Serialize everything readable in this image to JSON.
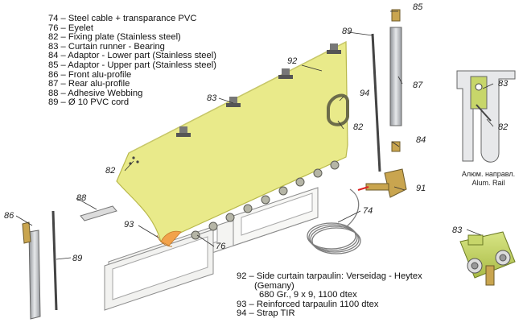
{
  "legend_top": [
    "74 – Steel cable + transparance PVC",
    "76 – Eyelet",
    "82 – Fixing plate (Stainless steel)",
    "83 – Curtain runner - Bearing",
    "84 – Adaptor - Lower part (Stainless steel)",
    "85 – Adaptor - Upper part (Stainless steel)",
    "86 – Front alu-profile",
    "87 – Rear alu-profile",
    "88 – Adhesive Webbing",
    "89 – Ø 10 PVC cord"
  ],
  "legend_bottom": [
    "92 – Side curtain tarpaulin: Verseidag - Heytex",
    "(Gemany)",
    "680 Gr., 9 x 9, 1100 dtex",
    "93 – Reinforced tarpaulin 1100 dtex",
    "94 – Strap TIR"
  ],
  "callouts": {
    "c85": "85",
    "c89a": "89",
    "c87": "87",
    "c92": "92",
    "c83a": "83",
    "c94": "94",
    "c82a": "82",
    "c84": "84",
    "c82b": "82",
    "c91": "91",
    "c74": "74",
    "c88": "88",
    "c86": "86",
    "c93": "93",
    "c76": "76",
    "c89b": "89",
    "c83b": "83",
    "c83c": "83",
    "c82c": "82"
  },
  "rail_caption": [
    "Алюм. направл.",
    "Alum. Rail"
  ],
  "colors": {
    "tarpaulin": "#e9ea8a",
    "tarpaulin_edge": "#b8b84a",
    "metal": "#b9bcc0",
    "runner_green": "#c7d66a",
    "orange": "#f2a24a",
    "eyelet": "#8a8a80"
  }
}
